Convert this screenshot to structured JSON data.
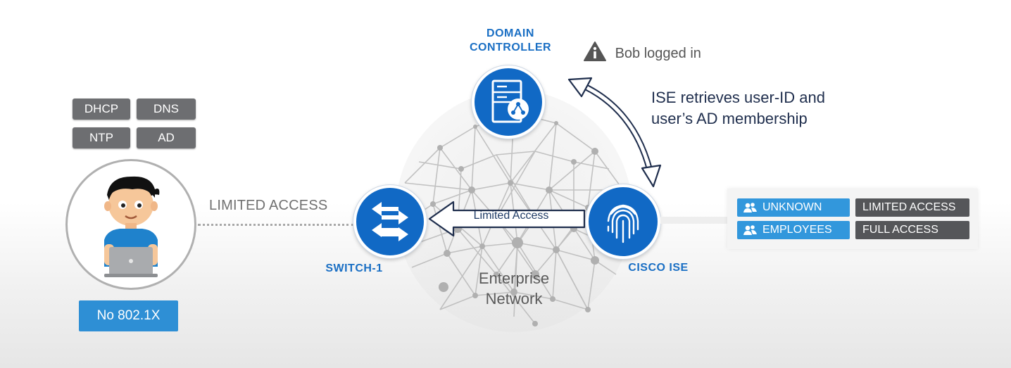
{
  "services": [
    "DHCP",
    "DNS",
    "NTP",
    "AD"
  ],
  "user": {
    "status_badge": "No 802.1X",
    "connection_label": "LIMITED ACCESS"
  },
  "nodes": {
    "domain_controller": "DOMAIN\nCONTROLLER",
    "switch": "SWITCH-1",
    "ise": "CISCO ISE"
  },
  "notification": {
    "icon": "info-icon",
    "text": "Bob logged in"
  },
  "ise_message": {
    "line1": "ISE retrieves user-ID and",
    "line2": "user’s AD membership"
  },
  "arrow_label": "Limited Access",
  "network": {
    "line1": "Enterprise",
    "line2": "Network"
  },
  "policy": [
    {
      "group": "UNKNOWN",
      "access": "LIMITED ACCESS"
    },
    {
      "group": "EMPLOYEES",
      "access": "FULL ACCESS"
    }
  ],
  "colors": {
    "node_blue": "#1169c5",
    "badge_blue": "#2e8fd5",
    "tag_gray": "#6d6e71",
    "access_dark": "#555659"
  }
}
